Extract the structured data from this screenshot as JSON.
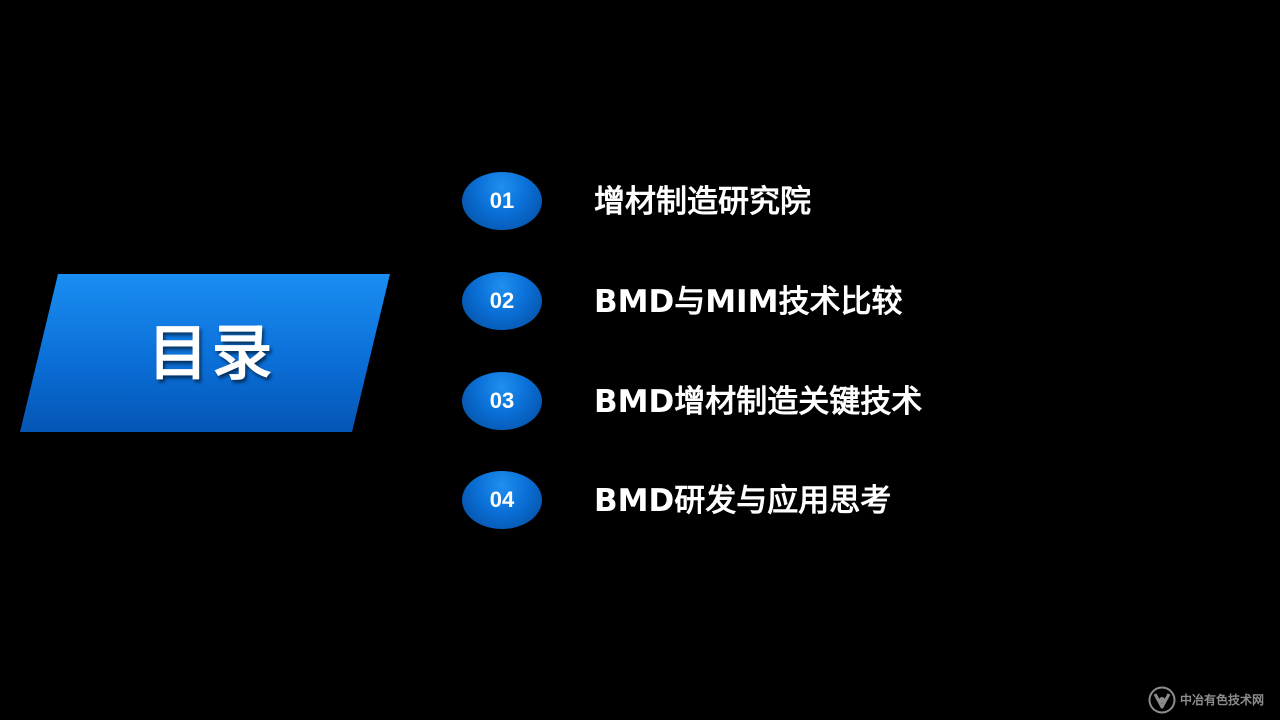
{
  "slide": {
    "title": "目录",
    "items": [
      {
        "number": "01",
        "label": "增材制造研究院"
      },
      {
        "number": "02",
        "label": "BMD与MIM技术比较"
      },
      {
        "number": "03",
        "label": "BMD增材制造关键技术"
      },
      {
        "number": "04",
        "label": "BMD研发与应用思考"
      }
    ]
  },
  "logo": {
    "text": "中冶有色技术网",
    "icon": "logo-mark-icon"
  },
  "colors": {
    "background": "#000000",
    "accent_blue": "#0a6fd6",
    "accent_blue_dark": "#04499a",
    "text": "#ffffff"
  }
}
